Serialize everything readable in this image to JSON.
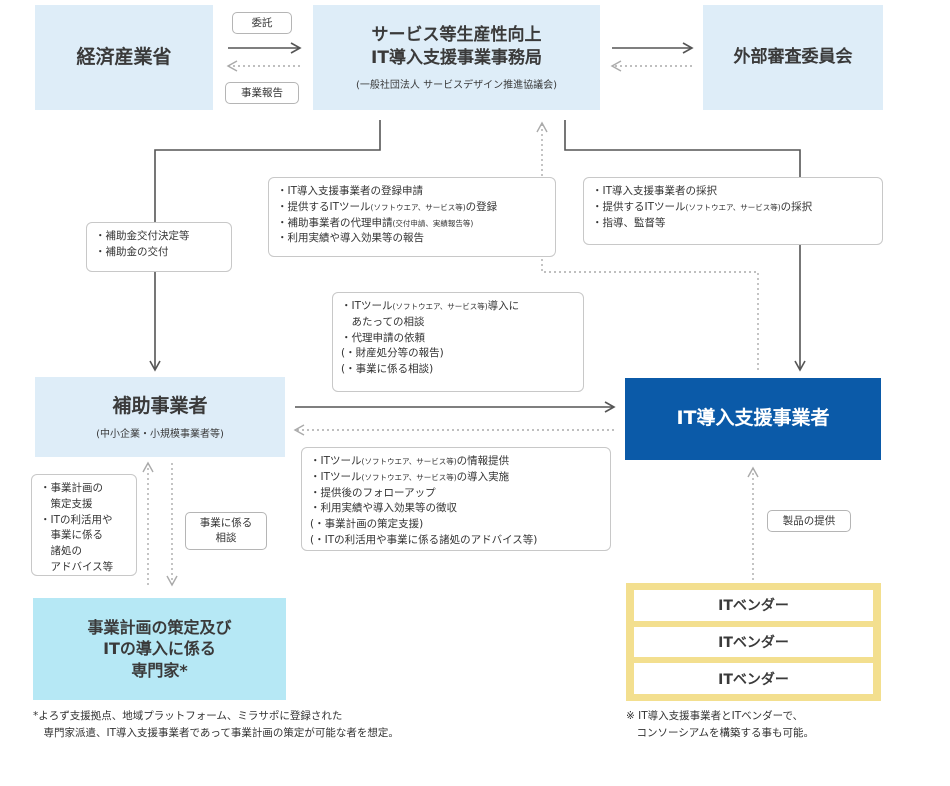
{
  "nodes": {
    "meti": "経済産業省",
    "office": {
      "line1": "サービス等生産性向上",
      "line2": "IT導入支援事業事務局",
      "sub": "(一般社団法人 サービスデザイン推進協議会)"
    },
    "committee": "外部審査委員会",
    "operator": {
      "title": "補助事業者",
      "sub": "(中小企業・小規模事業者等)"
    },
    "vendor_support": "IT導入支援事業者",
    "expert": {
      "line1": "事業計画の策定及び",
      "line2": "ITの導入に係る",
      "line3": "専門家*"
    },
    "it_vendors": [
      "ITベンダー",
      "ITベンダー",
      "ITベンダー"
    ]
  },
  "labels": {
    "entrust": "委託",
    "report": "事業報告",
    "consult": [
      "事業に係る",
      "相談"
    ],
    "product": "製品の提供"
  },
  "notes": {
    "registration": [
      {
        "text": "・IT導入支援事業者の登録申請"
      },
      {
        "text": "・提供するITツール",
        "small": "(ソフトウエア、サービス等)",
        "tail": "の登録"
      },
      {
        "text": "・補助事業者の代理申請",
        "small": "(交付申請、実績報告等)"
      },
      {
        "text": "・利用実績や導入効果等の報告"
      }
    ],
    "adoption": [
      {
        "text": "・IT導入支援事業者の採択"
      },
      {
        "text": "・提供するITツール",
        "small": "(ソフトウエア、サービス等)",
        "tail": "の採択"
      },
      {
        "text": "・指導、監督等"
      }
    ],
    "grant": [
      {
        "text": "・補助金交付決定等"
      },
      {
        "text": "・補助金の交付"
      }
    ],
    "request": [
      {
        "text": "・ITツール",
        "small": "(ソフトウエア、サービス等)",
        "tail": "導入に"
      },
      {
        "text": "　あたっての相談"
      },
      {
        "text": "・代理申請の依頼"
      },
      {
        "text": "(・財産処分等の報告)"
      },
      {
        "text": "(・事業に係る相談)"
      }
    ],
    "provide": [
      {
        "text": "・ITツール",
        "small": "(ソフトウエア、サービス等)",
        "tail": "の情報提供"
      },
      {
        "text": "・ITツール",
        "small": "(ソフトウエア、サービス等)",
        "tail": "の導入実施"
      },
      {
        "text": "・提供後のフォローアップ"
      },
      {
        "text": "・利用実績や導入効果等の徴収"
      },
      {
        "text": "(・事業計画の策定支援)"
      },
      {
        "text": "(・ITの利活用や事業に係る諸処のアドバイス等)"
      }
    ],
    "advice": [
      {
        "text": "・事業計画の"
      },
      {
        "text": "　策定支援"
      },
      {
        "text": "・ITの利活用や"
      },
      {
        "text": "　事業に係る"
      },
      {
        "text": "　諸処の"
      },
      {
        "text": "　アドバイス等"
      }
    ]
  },
  "footnotes": {
    "expert": [
      "*よろず支援拠点、地域プラットフォーム、ミラサポに登録された",
      "　専門家派遣、IT導入支援事業者であって事業計画の策定が可能な者を想定。"
    ],
    "consortium": [
      "※ IT導入支援事業者とITベンダーで、",
      "　コンソーシアムを構築する事も可能。"
    ]
  },
  "colors": {
    "light_box": "#deedf8",
    "dark_box": "#0b5aa8",
    "expert_box": "#b6e8f5",
    "vendor_frame": "#f3df8f",
    "line": "#555555",
    "dotted": "#aaaaaa"
  }
}
